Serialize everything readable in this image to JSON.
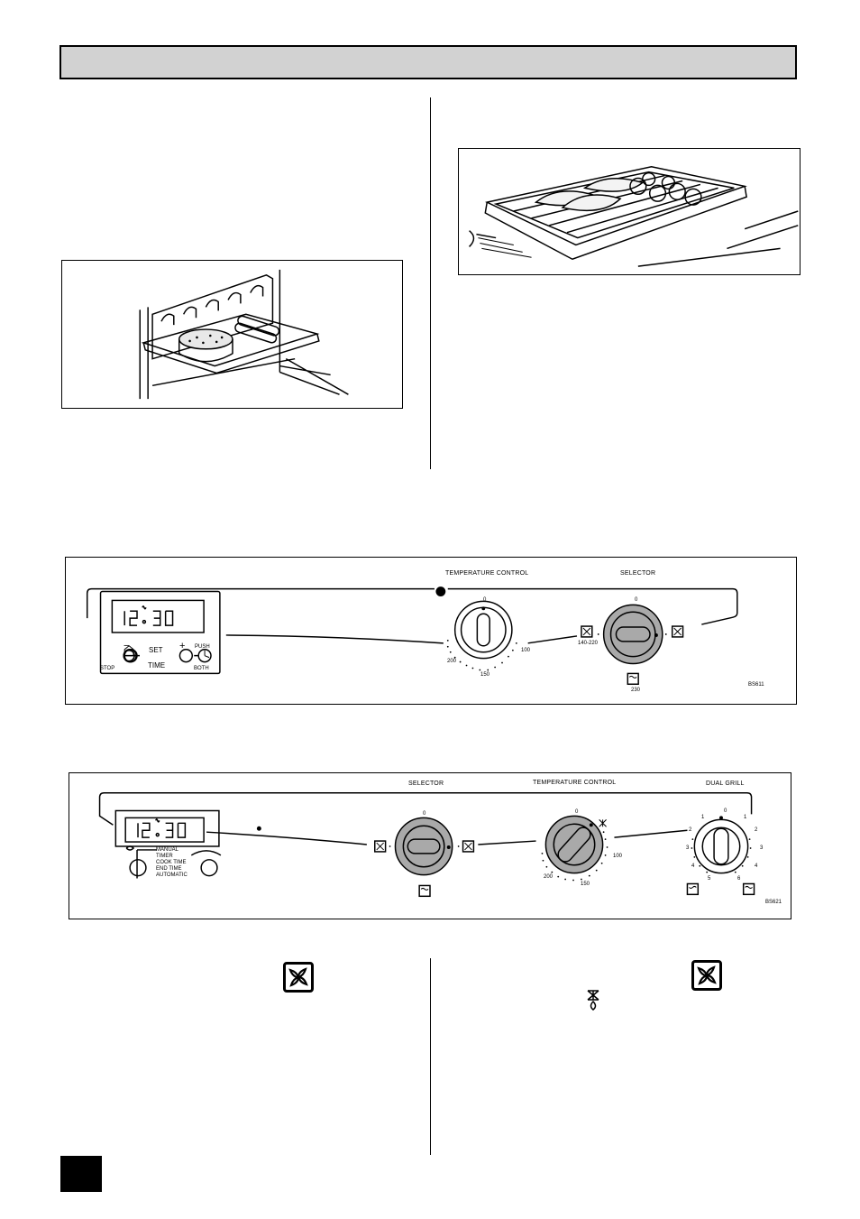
{
  "panel1": {
    "temp_label": "TEMPERATURE  CONTROL",
    "selector_label": "SELECTOR",
    "clock_hours": "12",
    "clock_minutes": "30",
    "minus": "−",
    "plus": "+",
    "set": "SET",
    "time": "TIME",
    "push": "PUSH",
    "stop": "STOP",
    "both": "BOTH",
    "temp_zero": "0",
    "temp_200": "200",
    "temp_150": "150",
    "temp_100": "100",
    "sel_zero": "0",
    "sel_range": "140-220",
    "sel_230": "230",
    "ref": "BS611"
  },
  "panel2": {
    "selector_label": "SELECTOR",
    "temp_label": "TEMPERATURE CONTROL",
    "grill_label": "DUAL GRILL",
    "clock_hours": "12",
    "clock_minutes": "30",
    "modes": [
      "MANUAL",
      "TIMER",
      "COOK TIME",
      "END TIME",
      "AUTOMATIC"
    ],
    "sel_zero": "0",
    "temp_zero": "0",
    "temp_200": "200",
    "temp_150": "150",
    "temp_100": "100",
    "grill_zero": "0",
    "grill_left": [
      "1",
      "2",
      "3",
      "4",
      "5"
    ],
    "grill_right": [
      "1",
      "2",
      "3",
      "4",
      "6"
    ],
    "ref": "BS621"
  },
  "colors": {
    "header": "#d2d2d2",
    "knob_grey": "#a9a9a9",
    "ink": "#000000"
  },
  "icons": [
    "fan-oven-icon",
    "defrost-icon",
    "conventional-oven-icon",
    "grill-icon"
  ]
}
